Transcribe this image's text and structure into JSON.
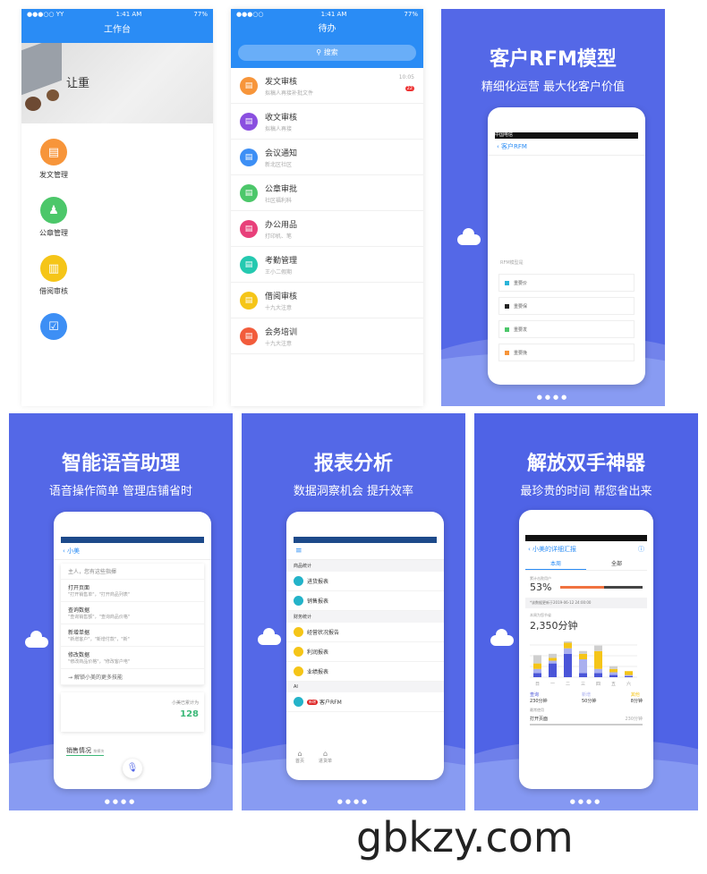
{
  "screen1": {
    "status": {
      "carrier": "●●●○○ YY",
      "time": "1:41 AM",
      "battery": "77%"
    },
    "title": "工作台",
    "banner_text": "让重",
    "grid": [
      {
        "label": "发文管理",
        "icon": "document-icon",
        "color": "#f7953a"
      },
      {
        "label": "公章管理",
        "icon": "stamp-icon",
        "color": "#4cc76a"
      },
      {
        "label": "借阅审核",
        "icon": "book-icon",
        "color": "#f5c518"
      },
      {
        "label": "",
        "icon": "checklist-icon",
        "color": "#3d8ff5"
      }
    ]
  },
  "screen2": {
    "status": {
      "carrier": "●●●○○",
      "time": "1:41 AM",
      "battery": "77%"
    },
    "title": "待办",
    "search_placeholder": "搜索",
    "items": [
      {
        "title": "发文审核",
        "sub": "拟稿人再接补批文件",
        "time": "10:05",
        "badge": "22",
        "icon": "document-icon",
        "color": "#f7953a"
      },
      {
        "title": "收文审核",
        "sub": "拟稿人再接",
        "icon": "inbox-doc-icon",
        "color": "#8a4fe0"
      },
      {
        "title": "会议通知",
        "sub": "新北区社区",
        "icon": "people-icon",
        "color": "#3d8ff5"
      },
      {
        "title": "公章审批",
        "sub": "社区福利科",
        "icon": "stamp-icon",
        "color": "#4cc76a"
      },
      {
        "title": "办公用品",
        "sub": "打印机、笔",
        "icon": "supplies-icon",
        "color": "#e8407a"
      },
      {
        "title": "考勤管理",
        "sub": "王小二假期",
        "icon": "calendar-icon",
        "color": "#24c9b0"
      },
      {
        "title": "借阅审核",
        "sub": "十九大注意",
        "icon": "book-icon",
        "color": "#f5c518"
      },
      {
        "title": "会务培训",
        "sub": "十九大注意",
        "icon": "graduation-icon",
        "color": "#f25c3c"
      }
    ]
  },
  "card1": {
    "title": "客户RFM模型",
    "subtitle": "精细化运营 最大化客户价值",
    "phone": {
      "carrier": "中国电信",
      "nav": "客户RFM",
      "text": "RFM模型是",
      "list": [
        "重要价",
        "重要保",
        "重要发",
        "重要挽"
      ],
      "list_colors": [
        "#2ab4d9",
        "#222222",
        "#4cc76a",
        "#f7953a"
      ]
    }
  },
  "card2": {
    "title": "智能语音助理",
    "subtitle": "语音操作简单 管理店铺省时",
    "phone": {
      "nav": "小美",
      "hint": "主人，您有这些指揮",
      "commands": [
        {
          "title": "打开页面",
          "sub": "\"打开销售单\"，\"打开商品列表\""
        },
        {
          "title": "查询数据",
          "sub": "\"查询销售额\"，\"查询商品价格\""
        },
        {
          "title": "新增单据",
          "sub": "\"新增客户\"，\"新增付款\"，\"新\""
        },
        {
          "title": "修改数据",
          "sub": "\"修改商品价格\"，\"修改客户电\""
        }
      ],
      "more": "解锁小美的更多技能",
      "stat_label": "小美已累计为",
      "stat_value": "128",
      "tab": "销售情况",
      "tab_sub": "按模块"
    }
  },
  "card3": {
    "title": "报表分析",
    "subtitle": "数据洞察机会 提升效率",
    "phone": {
      "sections": [
        {
          "header": "商品统计",
          "items": [
            {
              "label": "进货报表",
              "color": "#24b3c9"
            },
            {
              "label": "销售报表",
              "color": "#24b3c9"
            }
          ]
        },
        {
          "header": "财务统计",
          "items": [
            {
              "label": "经营状况报告",
              "color": "#f5c518"
            },
            {
              "label": "利润报表",
              "color": "#f5c518"
            },
            {
              "label": "业绩报表",
              "color": "#f5c518"
            }
          ]
        },
        {
          "header": "AI",
          "items": [
            {
              "label": "客户RFM",
              "color": "#24b3c9",
              "badge": "新增"
            }
          ]
        }
      ],
      "tabs": [
        "首页",
        "进货单"
      ]
    }
  },
  "card4": {
    "title": "解放双手神器",
    "subtitle": "最珍贵的时间 帮您省出来",
    "phone": {
      "nav": "小美的详细汇报",
      "tabs": [
        "本周",
        "全部"
      ],
      "active_tab": 0,
      "cum_label": "累计击败用户",
      "cum_value": "53%",
      "cum_progress": 0.53,
      "update_note": "*该数据更新于2019-06-12 24:00:00",
      "saved_label": "本周为您节省",
      "saved_value": "2,350分钟",
      "days": [
        "日",
        "一",
        "二",
        "三",
        "四",
        "五",
        "六"
      ],
      "bars": [
        [
          15,
          15,
          20,
          30
        ],
        [
          50,
          10,
          10,
          15
        ],
        [
          85,
          20,
          20,
          5
        ],
        [
          15,
          50,
          20,
          10
        ],
        [
          15,
          15,
          65,
          20
        ],
        [
          8,
          10,
          12,
          10
        ],
        [
          4,
          4,
          14,
          0
        ]
      ],
      "bar_colors": [
        "#4a55d8",
        "#aab0ef",
        "#f5c518",
        "#cfcfcf"
      ],
      "legend": [
        {
          "label": "查询",
          "value": "230分钟",
          "color": "#4a55d8"
        },
        {
          "label": "新增",
          "value": "50分钟",
          "color": "#aab0ef"
        },
        {
          "label": "其他",
          "value": "8分钟",
          "color": "#f5c518"
        }
      ],
      "common_label": "最常使用",
      "common_item": "打开页面",
      "common_value": "230分钟"
    }
  },
  "watermark": "gbkzy.com"
}
